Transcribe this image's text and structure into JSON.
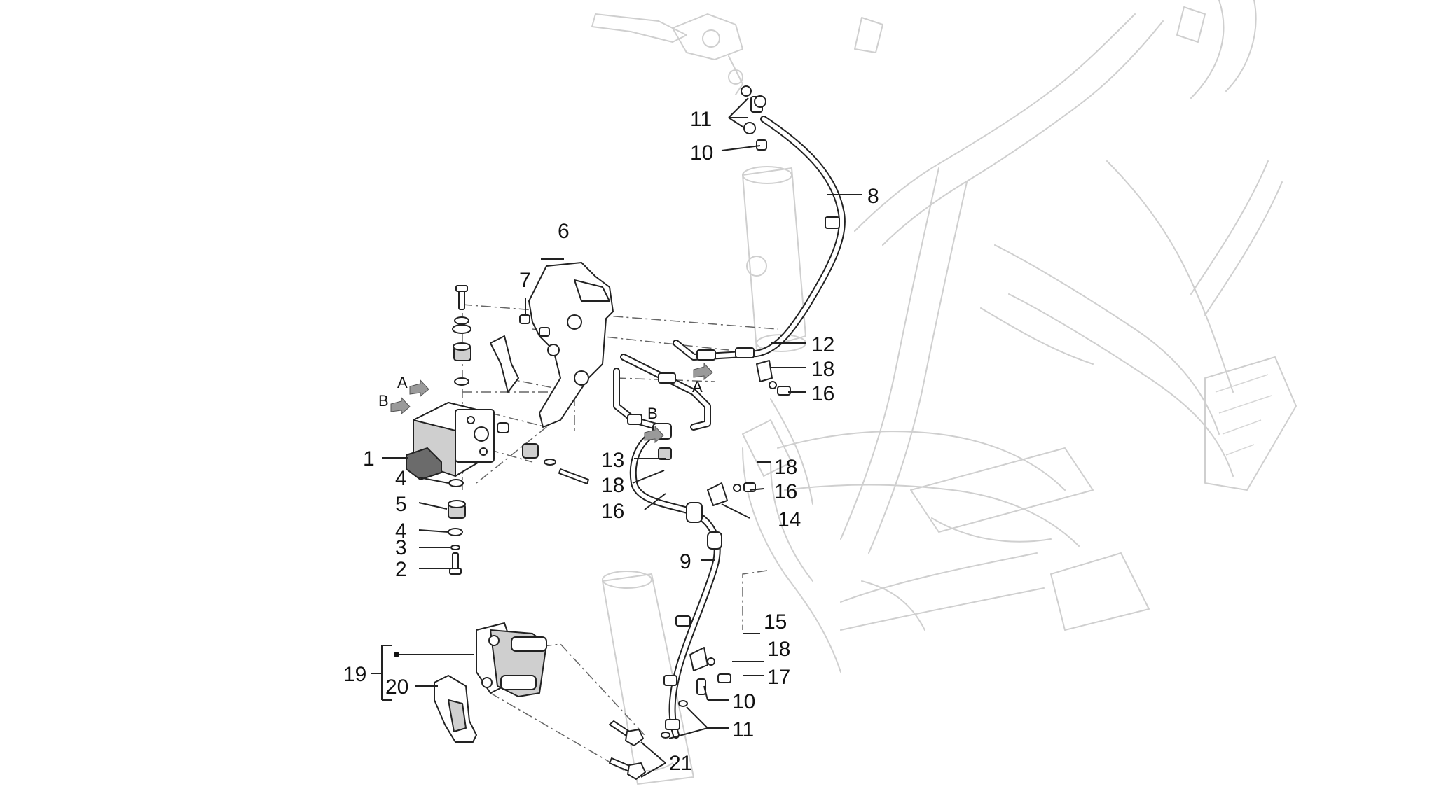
{
  "callouts": {
    "c1": "1",
    "c2": "2",
    "c3": "3",
    "c4a": "4",
    "c4b": "4",
    "c5": "5",
    "c6": "6",
    "c7": "7",
    "c8": "8",
    "c9": "9",
    "c10a": "10",
    "c10b": "10",
    "c11a": "11",
    "c11b": "11",
    "c12": "12",
    "c13": "13",
    "c14": "14",
    "c15": "15",
    "c16a": "16",
    "c16b": "16",
    "c16c": "16",
    "c17": "17",
    "c18a": "18",
    "c18b": "18",
    "c18c": "18",
    "c18d": "18",
    "c19": "19",
    "c20": "20",
    "c21": "21"
  },
  "connection_labels": {
    "a_left": "A",
    "b_left": "B",
    "a_right": "A",
    "b_right": "B"
  }
}
